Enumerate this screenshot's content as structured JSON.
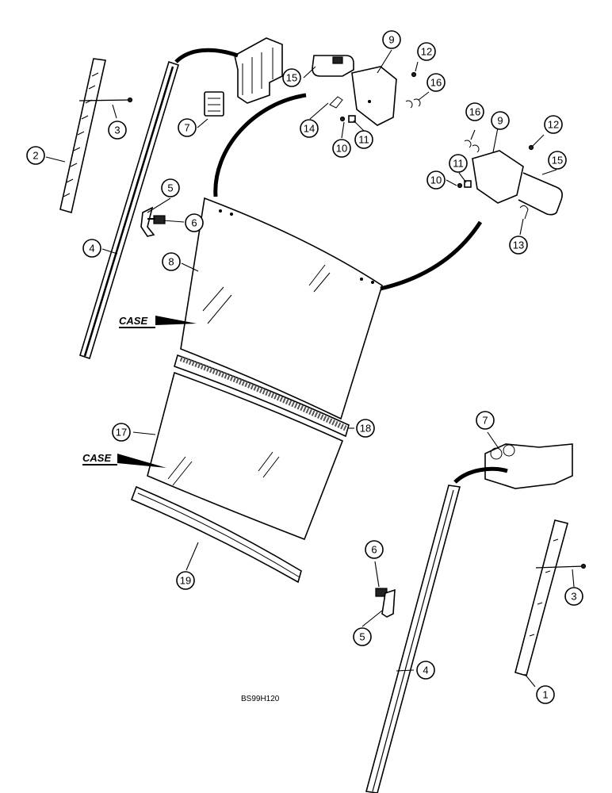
{
  "diagram_code": "BS99H120",
  "brand_labels": [
    "CASE",
    "CASE"
  ],
  "callouts": [
    {
      "n": "1"
    },
    {
      "n": "2"
    },
    {
      "n": "3"
    },
    {
      "n": "3"
    },
    {
      "n": "4"
    },
    {
      "n": "4"
    },
    {
      "n": "5"
    },
    {
      "n": "5"
    },
    {
      "n": "6"
    },
    {
      "n": "6"
    },
    {
      "n": "7"
    },
    {
      "n": "7"
    },
    {
      "n": "8"
    },
    {
      "n": "9"
    },
    {
      "n": "9"
    },
    {
      "n": "10"
    },
    {
      "n": "10"
    },
    {
      "n": "11"
    },
    {
      "n": "11"
    },
    {
      "n": "12"
    },
    {
      "n": "12"
    },
    {
      "n": "13"
    },
    {
      "n": "14"
    },
    {
      "n": "15"
    },
    {
      "n": "15"
    },
    {
      "n": "16"
    },
    {
      "n": "16"
    },
    {
      "n": "17"
    },
    {
      "n": "18"
    },
    {
      "n": "19"
    }
  ]
}
